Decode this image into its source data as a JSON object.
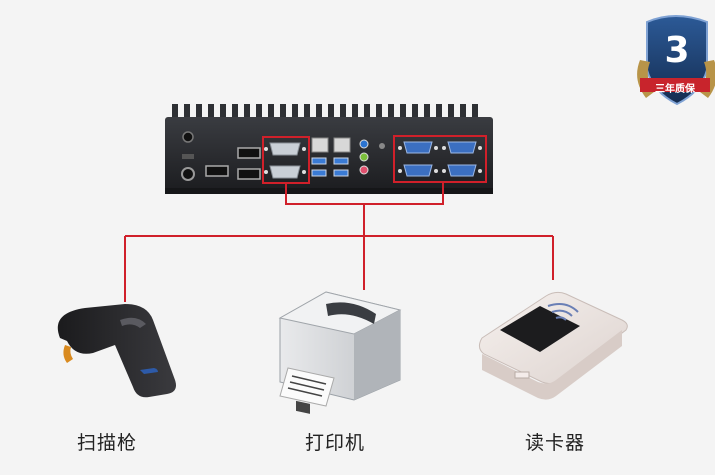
{
  "devices": [
    {
      "id": "scanner",
      "label": "扫描枪"
    },
    {
      "id": "printer",
      "label": "打印机"
    },
    {
      "id": "reader",
      "label": "读卡器"
    }
  ],
  "badge": {
    "number": "3",
    "text": "三年质保"
  },
  "colors": {
    "connector": "#d0202a",
    "chassis": "#2a2c30",
    "port_blue": "#3a7bd5",
    "badge_blue": "#1d3f6e",
    "badge_red": "#c8242c",
    "background": "#f4f4f4"
  }
}
